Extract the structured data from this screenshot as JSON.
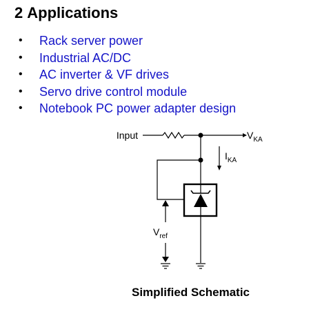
{
  "section": {
    "number": "2",
    "title": "Applications"
  },
  "applications": [
    "Rack server power",
    "Industrial AC/DC",
    "AC inverter & VF drives",
    "Servo drive control module",
    "Notebook PC power adapter design"
  ],
  "bullet_symbol": "•",
  "schematic": {
    "input_label": "Input",
    "vka": {
      "main": "V",
      "sub": "KA"
    },
    "ika": {
      "main": "I",
      "sub": "KA"
    },
    "vref": {
      "main": "V",
      "sub": "ref"
    },
    "caption": "Simplified Schematic"
  },
  "colors": {
    "link": "#1414c8",
    "text": "#000000"
  }
}
